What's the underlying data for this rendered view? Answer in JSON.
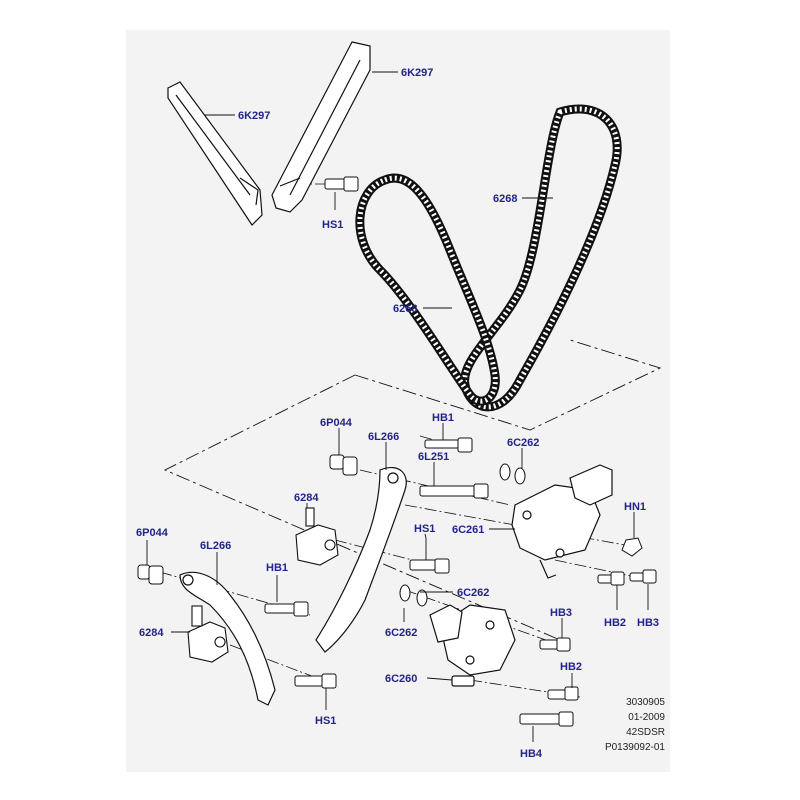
{
  "callouts": {
    "c1": "6K297",
    "c2": "6K297",
    "c3": "HS1",
    "c4": "6268",
    "c5": "6268",
    "c6": "6P044",
    "c7": "6L266",
    "c8": "HB1",
    "c9": "6C262",
    "c10": "6L251",
    "c11": "6284",
    "c12": "HN1",
    "c13": "6C261",
    "c14": "HS1",
    "c15": "6P044",
    "c16": "6L266",
    "c17": "HB1",
    "c18": "6C262",
    "c19": "6284",
    "c20": "6C262",
    "c21": "HB3",
    "c22": "HB2",
    "c23": "HB3",
    "c24": "HB2",
    "c25": "6C260",
    "c26": "HS1",
    "c27": "HB4"
  },
  "footer": {
    "ref": "3030905",
    "date": "01-2009",
    "code": "42SDSR",
    "image_id": "P0139092-01"
  }
}
